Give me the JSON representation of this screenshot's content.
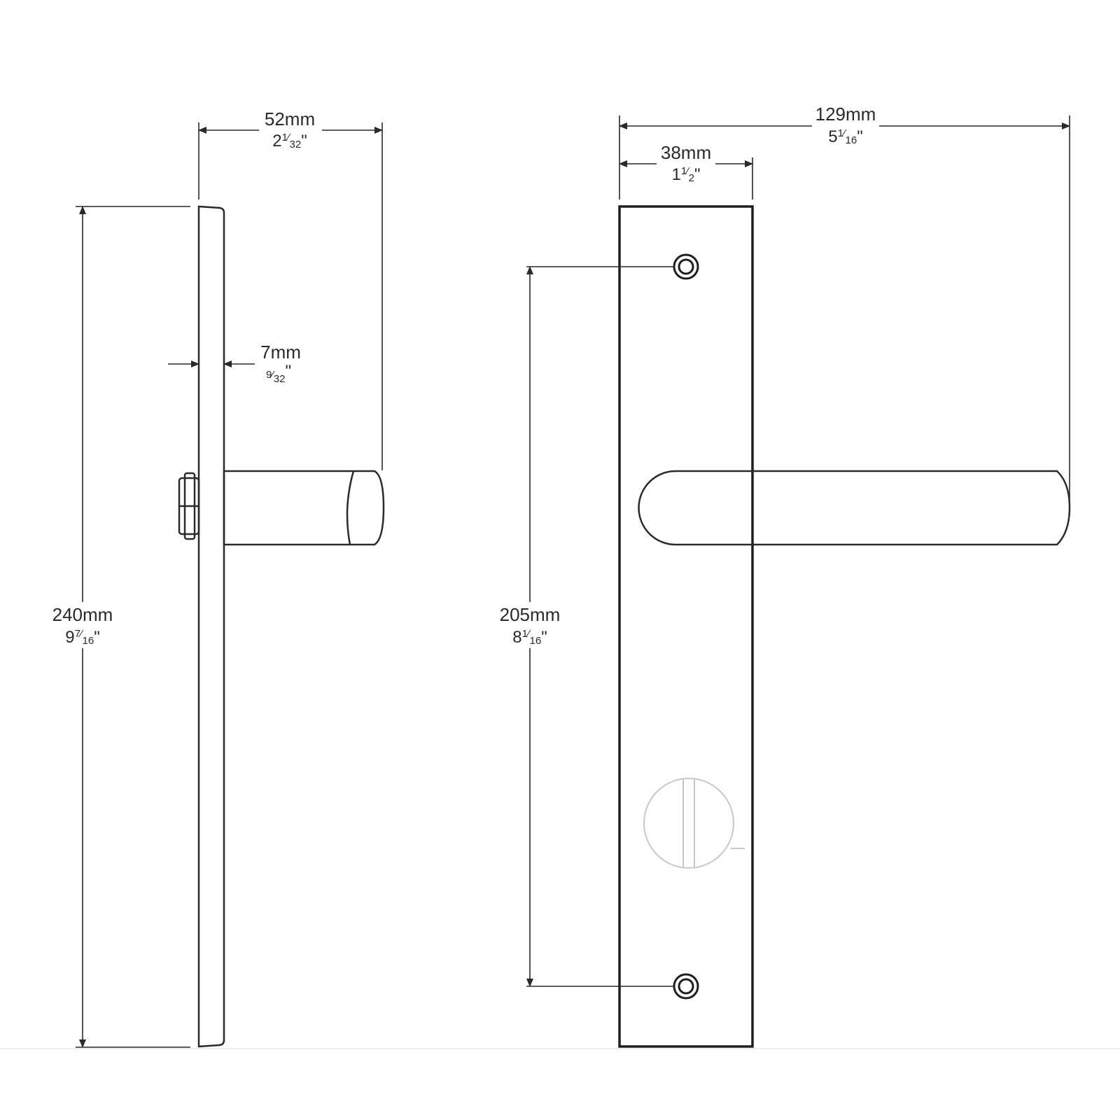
{
  "dimensions": {
    "side_width": {
      "mm": "52mm",
      "whole": "2",
      "num": "1",
      "den": "32",
      "unit": "\""
    },
    "backplate_thickness": {
      "mm": "7mm",
      "whole": "",
      "num": "9",
      "den": "32",
      "unit": "\""
    },
    "height": {
      "mm": "240mm",
      "whole": "9",
      "num": "7",
      "den": "16",
      "unit": "\""
    },
    "overall_width": {
      "mm": "129mm",
      "whole": "5",
      "num": "1",
      "den": "16",
      "unit": "\""
    },
    "plate_width": {
      "mm": "38mm",
      "whole": "1",
      "num": "1",
      "den": "2",
      "unit": "\""
    },
    "fixing_centres": {
      "mm": "205mm",
      "whole": "8",
      "num": "1",
      "den": "16",
      "unit": "\""
    }
  }
}
